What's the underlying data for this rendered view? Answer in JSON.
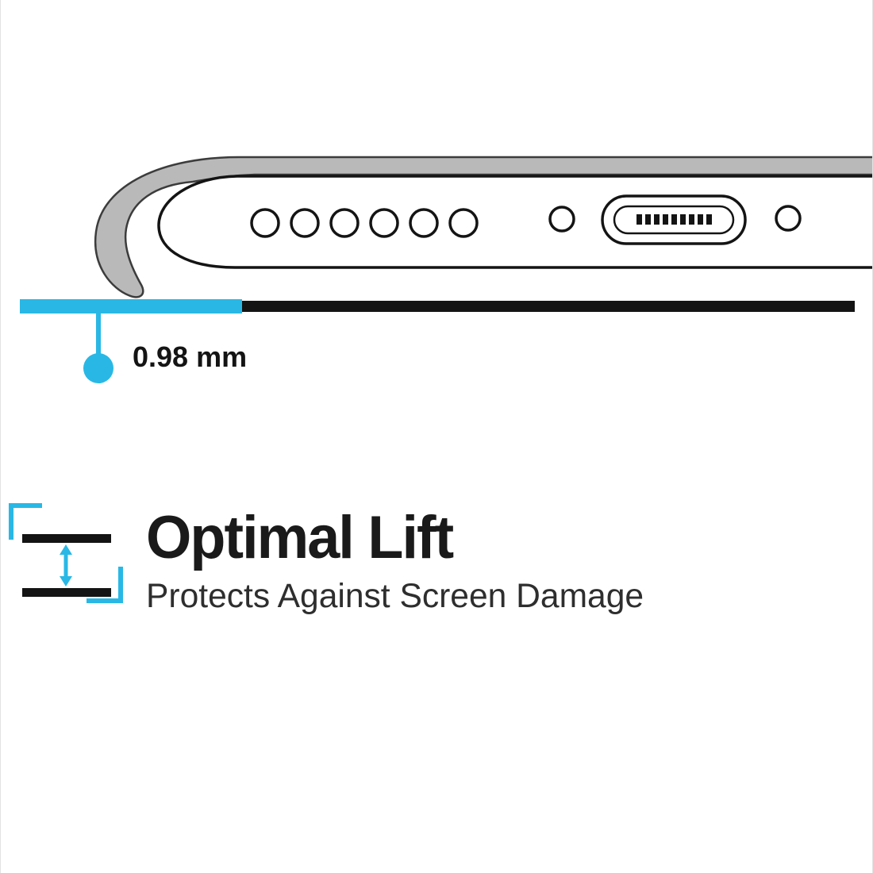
{
  "colors": {
    "accent": "#29b8e5",
    "ink": "#141414",
    "case_gray": "#b9b9b9"
  },
  "diagram": {
    "measurement_label": "0.98 mm"
  },
  "feature": {
    "title": "Optimal Lift",
    "subtitle": "Protects Against Screen Damage"
  }
}
